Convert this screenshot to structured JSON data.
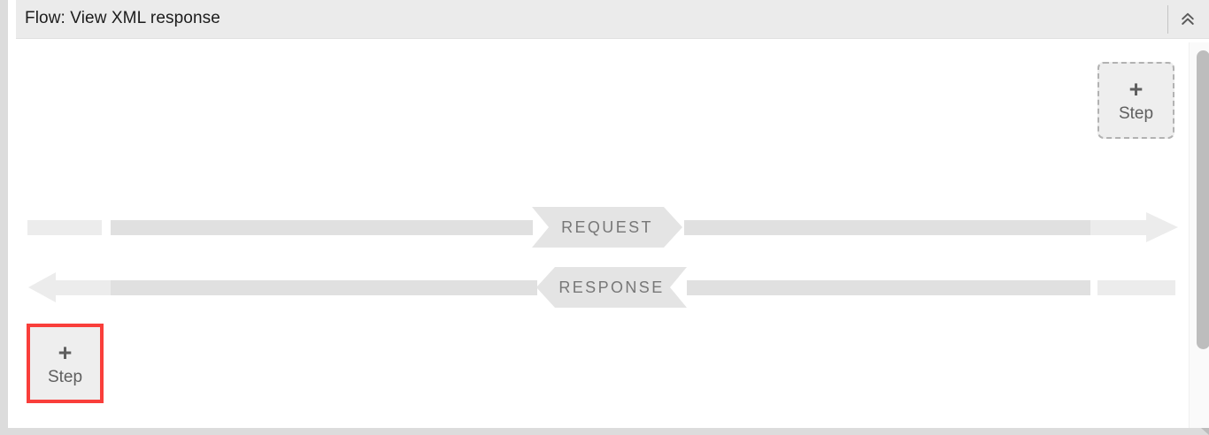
{
  "window": {
    "header": {
      "title": "Flow: View XML response",
      "collapse_icon": "double-chevron-up-icon"
    }
  },
  "canvas": {
    "steps": [
      {
        "id": "top-right-add-step",
        "plus": "+",
        "label": "Step",
        "style": "dashed",
        "highlighted": false
      },
      {
        "id": "bottom-left-add-step",
        "plus": "+",
        "label": "Step",
        "style": "solid",
        "highlighted": true,
        "highlight_color": "#f93e3a"
      }
    ],
    "flows": [
      {
        "id": "request-flow",
        "label": "REQUEST",
        "direction": "right",
        "arrow_icon": "arrow-right-icon"
      },
      {
        "id": "response-flow",
        "label": "RESPONSE",
        "direction": "left",
        "arrow_icon": "arrow-left-icon"
      }
    ],
    "scrollbar": {
      "orientation": "vertical",
      "thumb_color": "#bdbdbd"
    }
  },
  "colors": {
    "header_bg": "#ebebeb",
    "canvas_bg": "#ffffff",
    "bar_light": "#ececec",
    "bar_dark": "#e0e0e0",
    "banner_text": "#777777",
    "accent_red": "#f93e3a"
  }
}
